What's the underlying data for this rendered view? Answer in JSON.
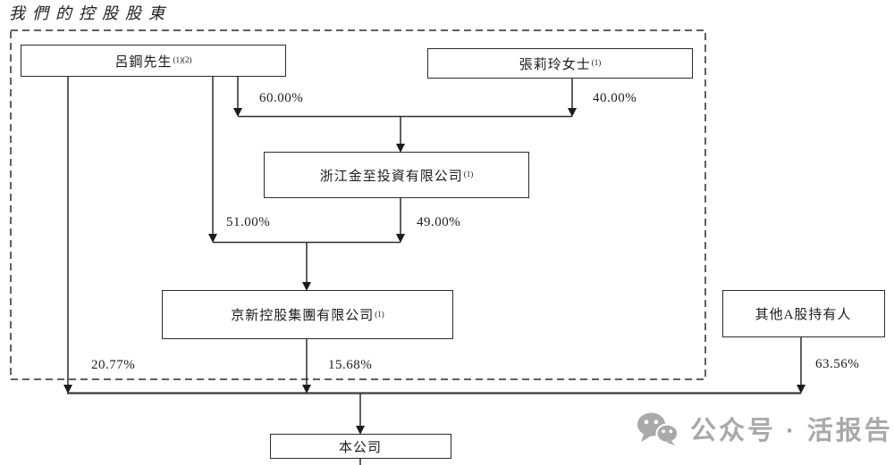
{
  "page_title": "我們的控股股東",
  "diagram": {
    "nodes": [
      {
        "label": "呂鋼先生",
        "sup": "(1)(2)"
      },
      {
        "label": "張莉玲女士",
        "sup": "(1)"
      },
      {
        "label": "浙江金至投資有限公司",
        "sup": "(1)"
      },
      {
        "label": "京新控股集團有限公司",
        "sup": "(1)"
      },
      {
        "label": "其他A股持有人",
        "sup": ""
      },
      {
        "label": "本公司",
        "sup": ""
      }
    ],
    "edges": [
      {
        "from": "呂鋼先生",
        "to": "浙江金至投資有限公司",
        "label": "60.00%"
      },
      {
        "from": "張莉玲女士",
        "to": "浙江金至投資有限公司",
        "label": "40.00%"
      },
      {
        "from": "呂鋼先生",
        "to": "京新控股集團有限公司",
        "label": "51.00%"
      },
      {
        "from": "浙江金至投資有限公司",
        "to": "京新控股集團有限公司",
        "label": "49.00%"
      },
      {
        "from": "呂鋼先生",
        "to": "本公司",
        "label": "20.77%"
      },
      {
        "from": "京新控股集團有限公司",
        "to": "本公司",
        "label": "15.68%"
      },
      {
        "from": "其他A股持有人",
        "to": "本公司",
        "label": "63.56%"
      }
    ]
  },
  "watermark": {
    "icon": "wechat-icon",
    "text": "公众号 · 活报告",
    "color": "#a9a9a9"
  },
  "colors": {
    "line": "#2b2b2b",
    "text": "#1c1c1c",
    "background": "#ffffff"
  }
}
